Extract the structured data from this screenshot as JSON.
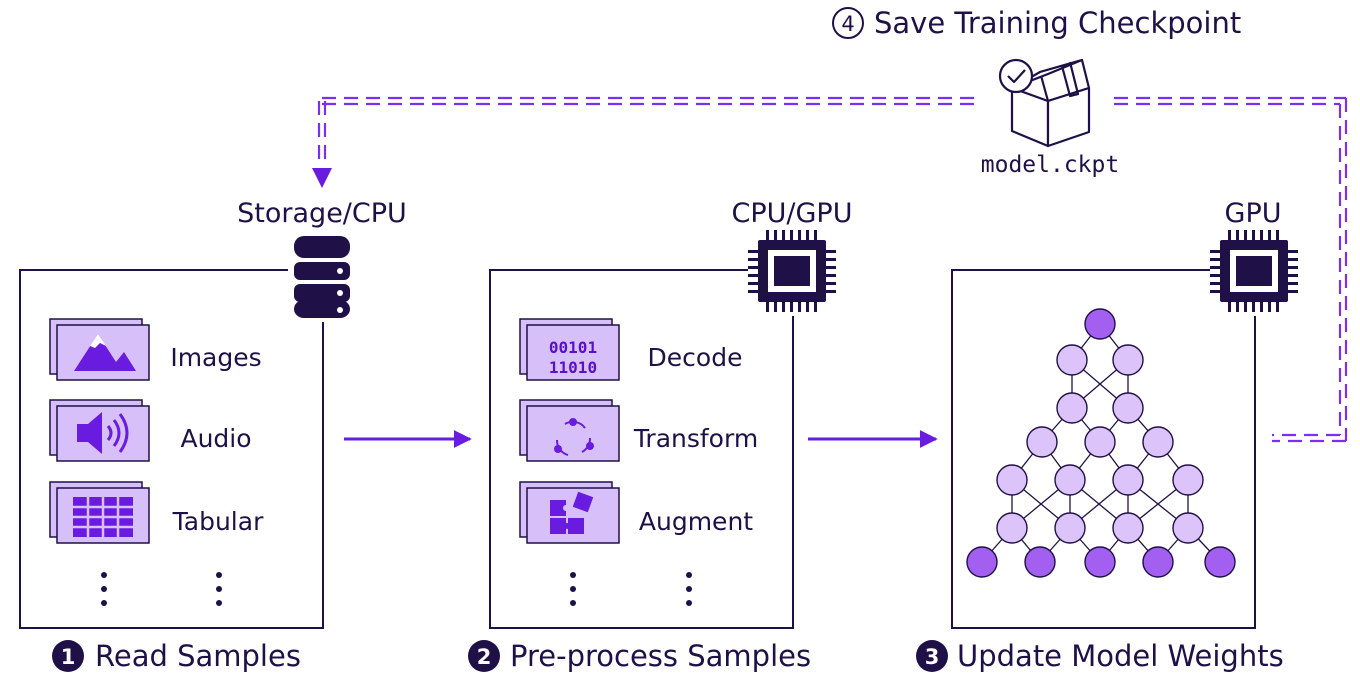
{
  "checkpoint": {
    "step_number": "4",
    "title": "Save Training Checkpoint",
    "filename": "model.ckpt",
    "icon": "checkpoint-box-icon"
  },
  "stages": [
    {
      "step_number": "1",
      "title": "Read Samples",
      "device": "Storage/CPU",
      "device_icon": "database-icon",
      "items": [
        {
          "label": "Images",
          "icon": "image-icon"
        },
        {
          "label": "Audio",
          "icon": "speaker-icon"
        },
        {
          "label": "Tabular",
          "icon": "table-icon"
        }
      ]
    },
    {
      "step_number": "2",
      "title": "Pre-process Samples",
      "device": "CPU/GPU",
      "device_icon": "chip-icon",
      "items": [
        {
          "label": "Decode",
          "icon": "binary-icon",
          "icon_text_line1": "00101",
          "icon_text_line2": "11010"
        },
        {
          "label": "Transform",
          "icon": "cycle-icon"
        },
        {
          "label": "Augment",
          "icon": "puzzle-icon"
        }
      ]
    },
    {
      "step_number": "3",
      "title": "Update Model Weights",
      "device": "GPU",
      "device_icon": "chip-icon",
      "network_icon": "neural-network-icon"
    }
  ],
  "colors": {
    "accent": "#6a1be0",
    "dark": "#1f1147",
    "node_light": "#dcc4fb",
    "node_dark": "#a35ff0",
    "card_fill": "#d7c0fa"
  }
}
